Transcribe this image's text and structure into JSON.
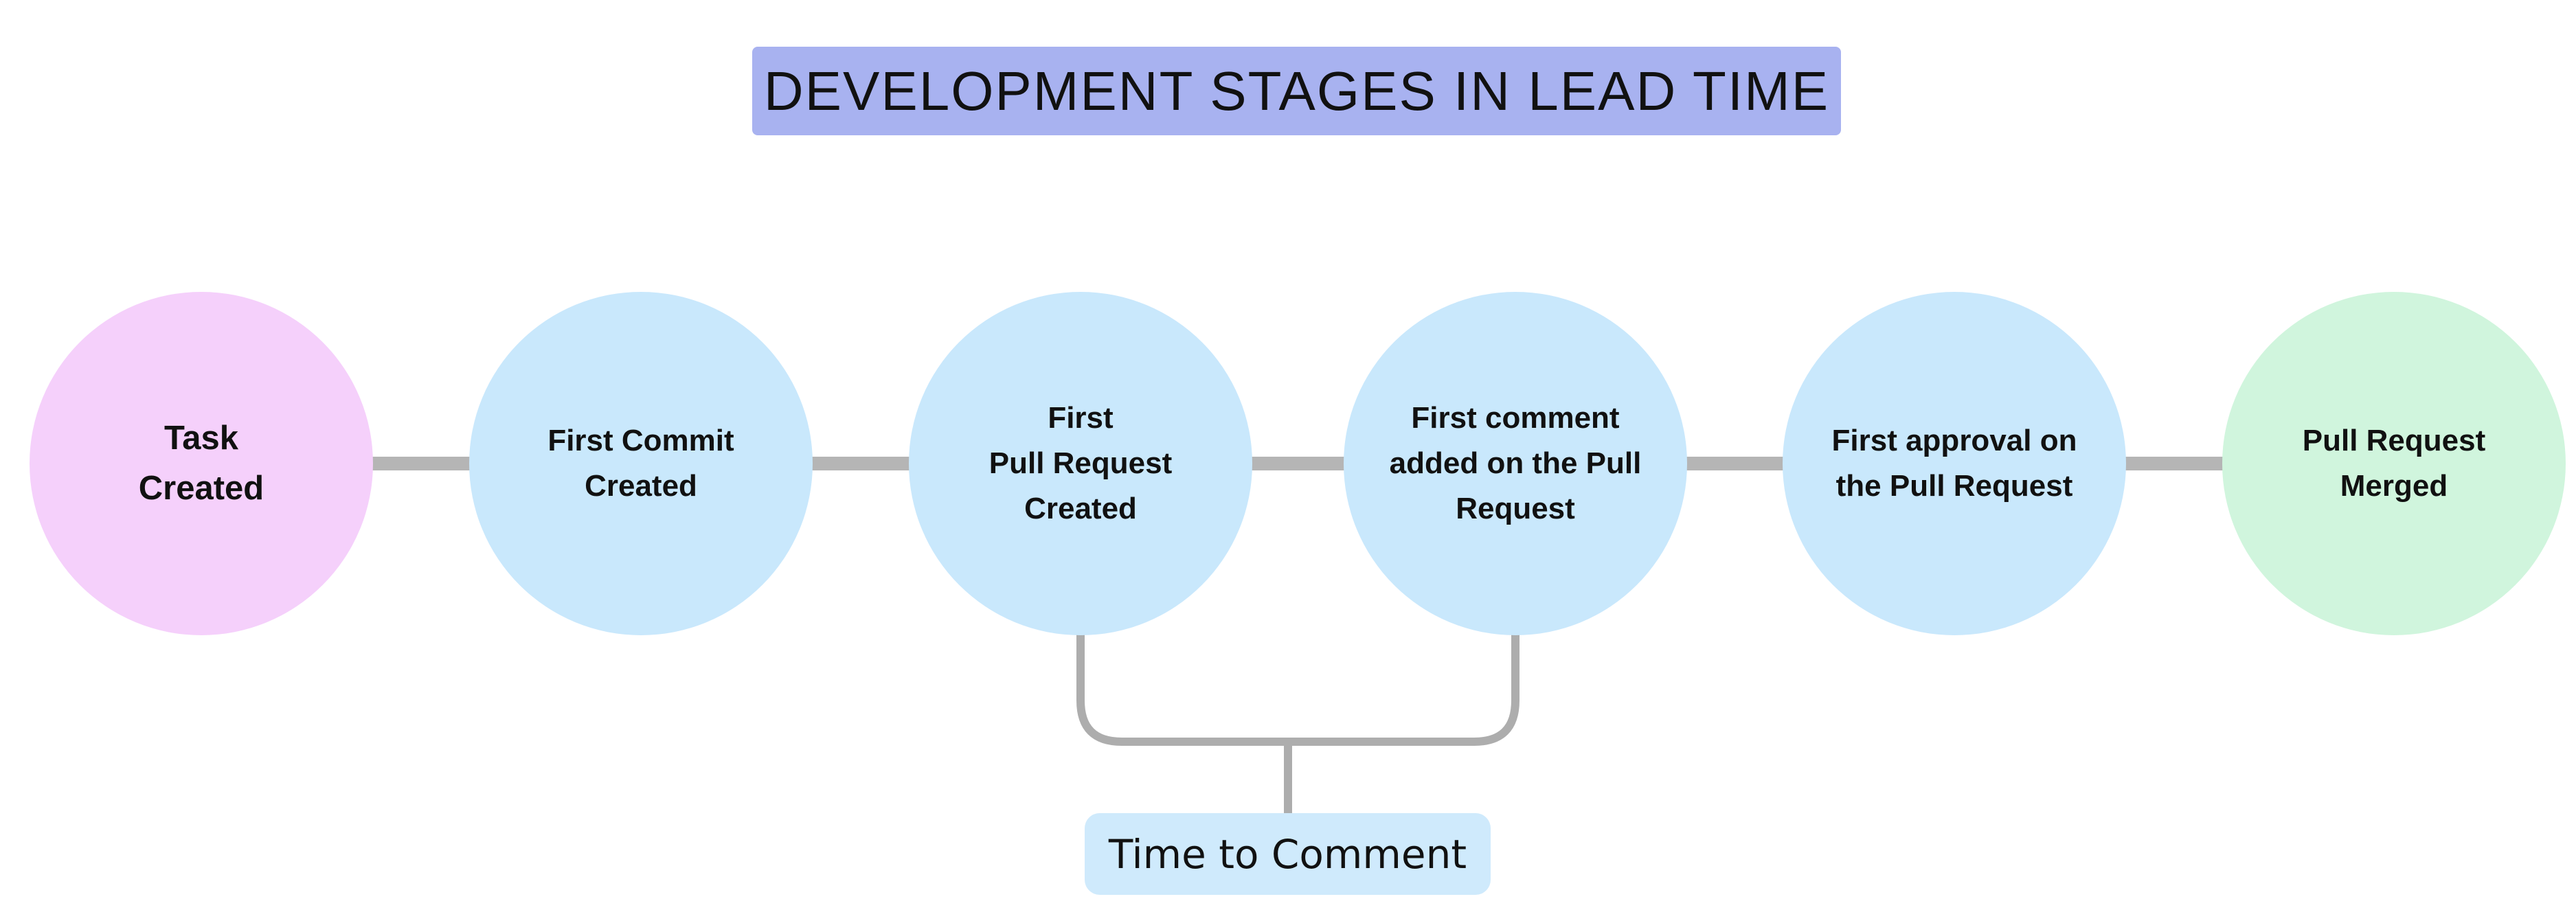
{
  "title": "DEVELOPMENT STAGES IN LEAD TIME",
  "stages": [
    {
      "label": "Task Created",
      "lines": [
        "Task",
        "Created"
      ],
      "color": "#f5d0fb"
    },
    {
      "label": "First Commit Created",
      "lines": [
        "First Commit",
        "Created"
      ],
      "color": "#c9e8fc"
    },
    {
      "label": "First Pull Request Created",
      "lines": [
        "First",
        "Pull Request",
        "Created"
      ],
      "color": "#c9e8fc"
    },
    {
      "label": "First comment added on the Pull Request",
      "lines": [
        "First comment",
        "added on the Pull",
        "Request"
      ],
      "color": "#c9e8fc"
    },
    {
      "label": "First approval on the Pull Request",
      "lines": [
        "First approval on",
        "the Pull Request"
      ],
      "color": "#c9e8fc"
    },
    {
      "label": "Pull Request Merged",
      "lines": [
        "Pull Request",
        "Merged"
      ],
      "color": "#d0f5dd"
    }
  ],
  "bracket": {
    "label": "Time to Comment",
    "label_bg": "#cfeafc",
    "spans_stages": [
      "First Pull Request Created",
      "First comment added on the Pull Request"
    ]
  },
  "colors": {
    "title-bg": "#a8b2f0",
    "connector": "#b5b5b5",
    "bracket-line": "#adadad",
    "text": "#111111",
    "background": "#ffffff"
  }
}
